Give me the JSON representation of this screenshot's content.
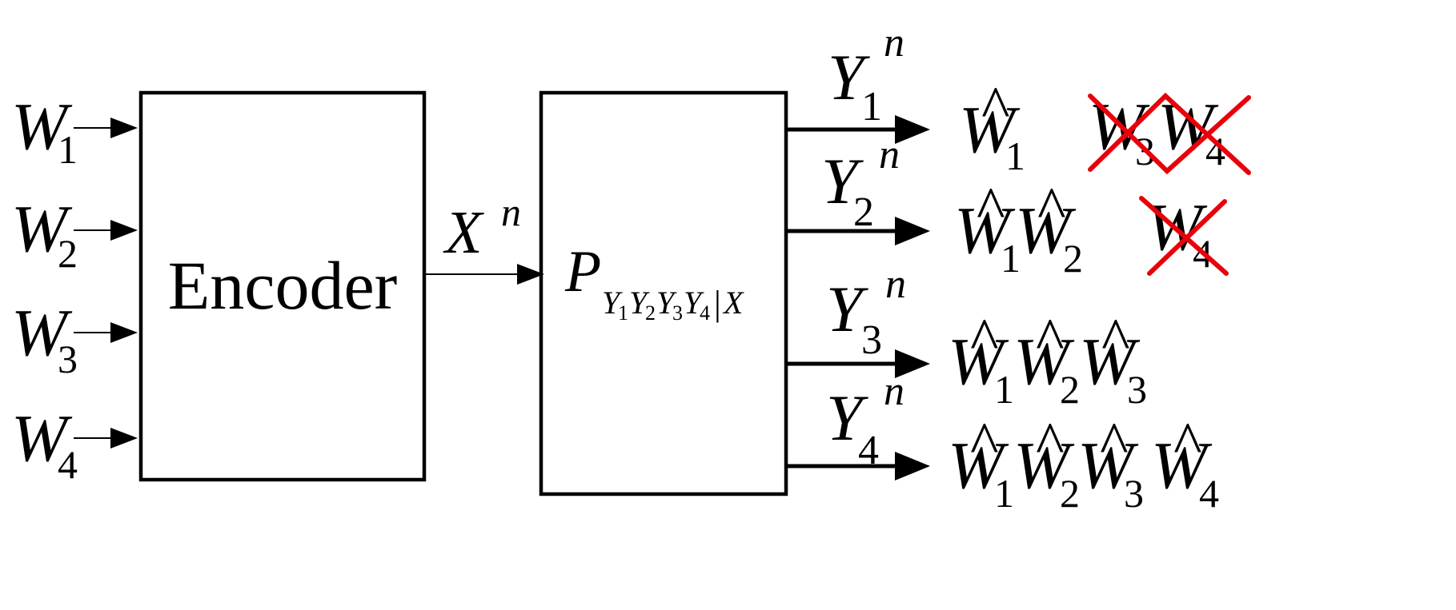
{
  "symbols": {
    "message": "W",
    "hat": "^",
    "channel_input": "X",
    "channel_output": "Y",
    "blocklength": "n",
    "channel_symbol": "P",
    "condition_bar": "|"
  },
  "encoder": {
    "label": "Encoder"
  },
  "inputs": [
    {
      "base": "W",
      "index": "1"
    },
    {
      "base": "W",
      "index": "2"
    },
    {
      "base": "W",
      "index": "3"
    },
    {
      "base": "W",
      "index": "4"
    }
  ],
  "channel": {
    "outputs_indices": [
      "1",
      "2",
      "3",
      "4"
    ]
  },
  "receivers": [
    {
      "output_index": "1",
      "decoded": [
        "1"
      ],
      "crossed_out": [
        "3",
        "4"
      ]
    },
    {
      "output_index": "2",
      "decoded": [
        "1",
        "2"
      ],
      "crossed_out": [
        "4"
      ]
    },
    {
      "output_index": "3",
      "decoded": [
        "1",
        "2",
        "3"
      ],
      "crossed_out": []
    },
    {
      "output_index": "4",
      "decoded": [
        "1",
        "2",
        "3",
        "4"
      ],
      "crossed_out": []
    }
  ],
  "colors": {
    "line": "#000000",
    "cross_out": "#e8000b",
    "background": "#ffffff"
  }
}
